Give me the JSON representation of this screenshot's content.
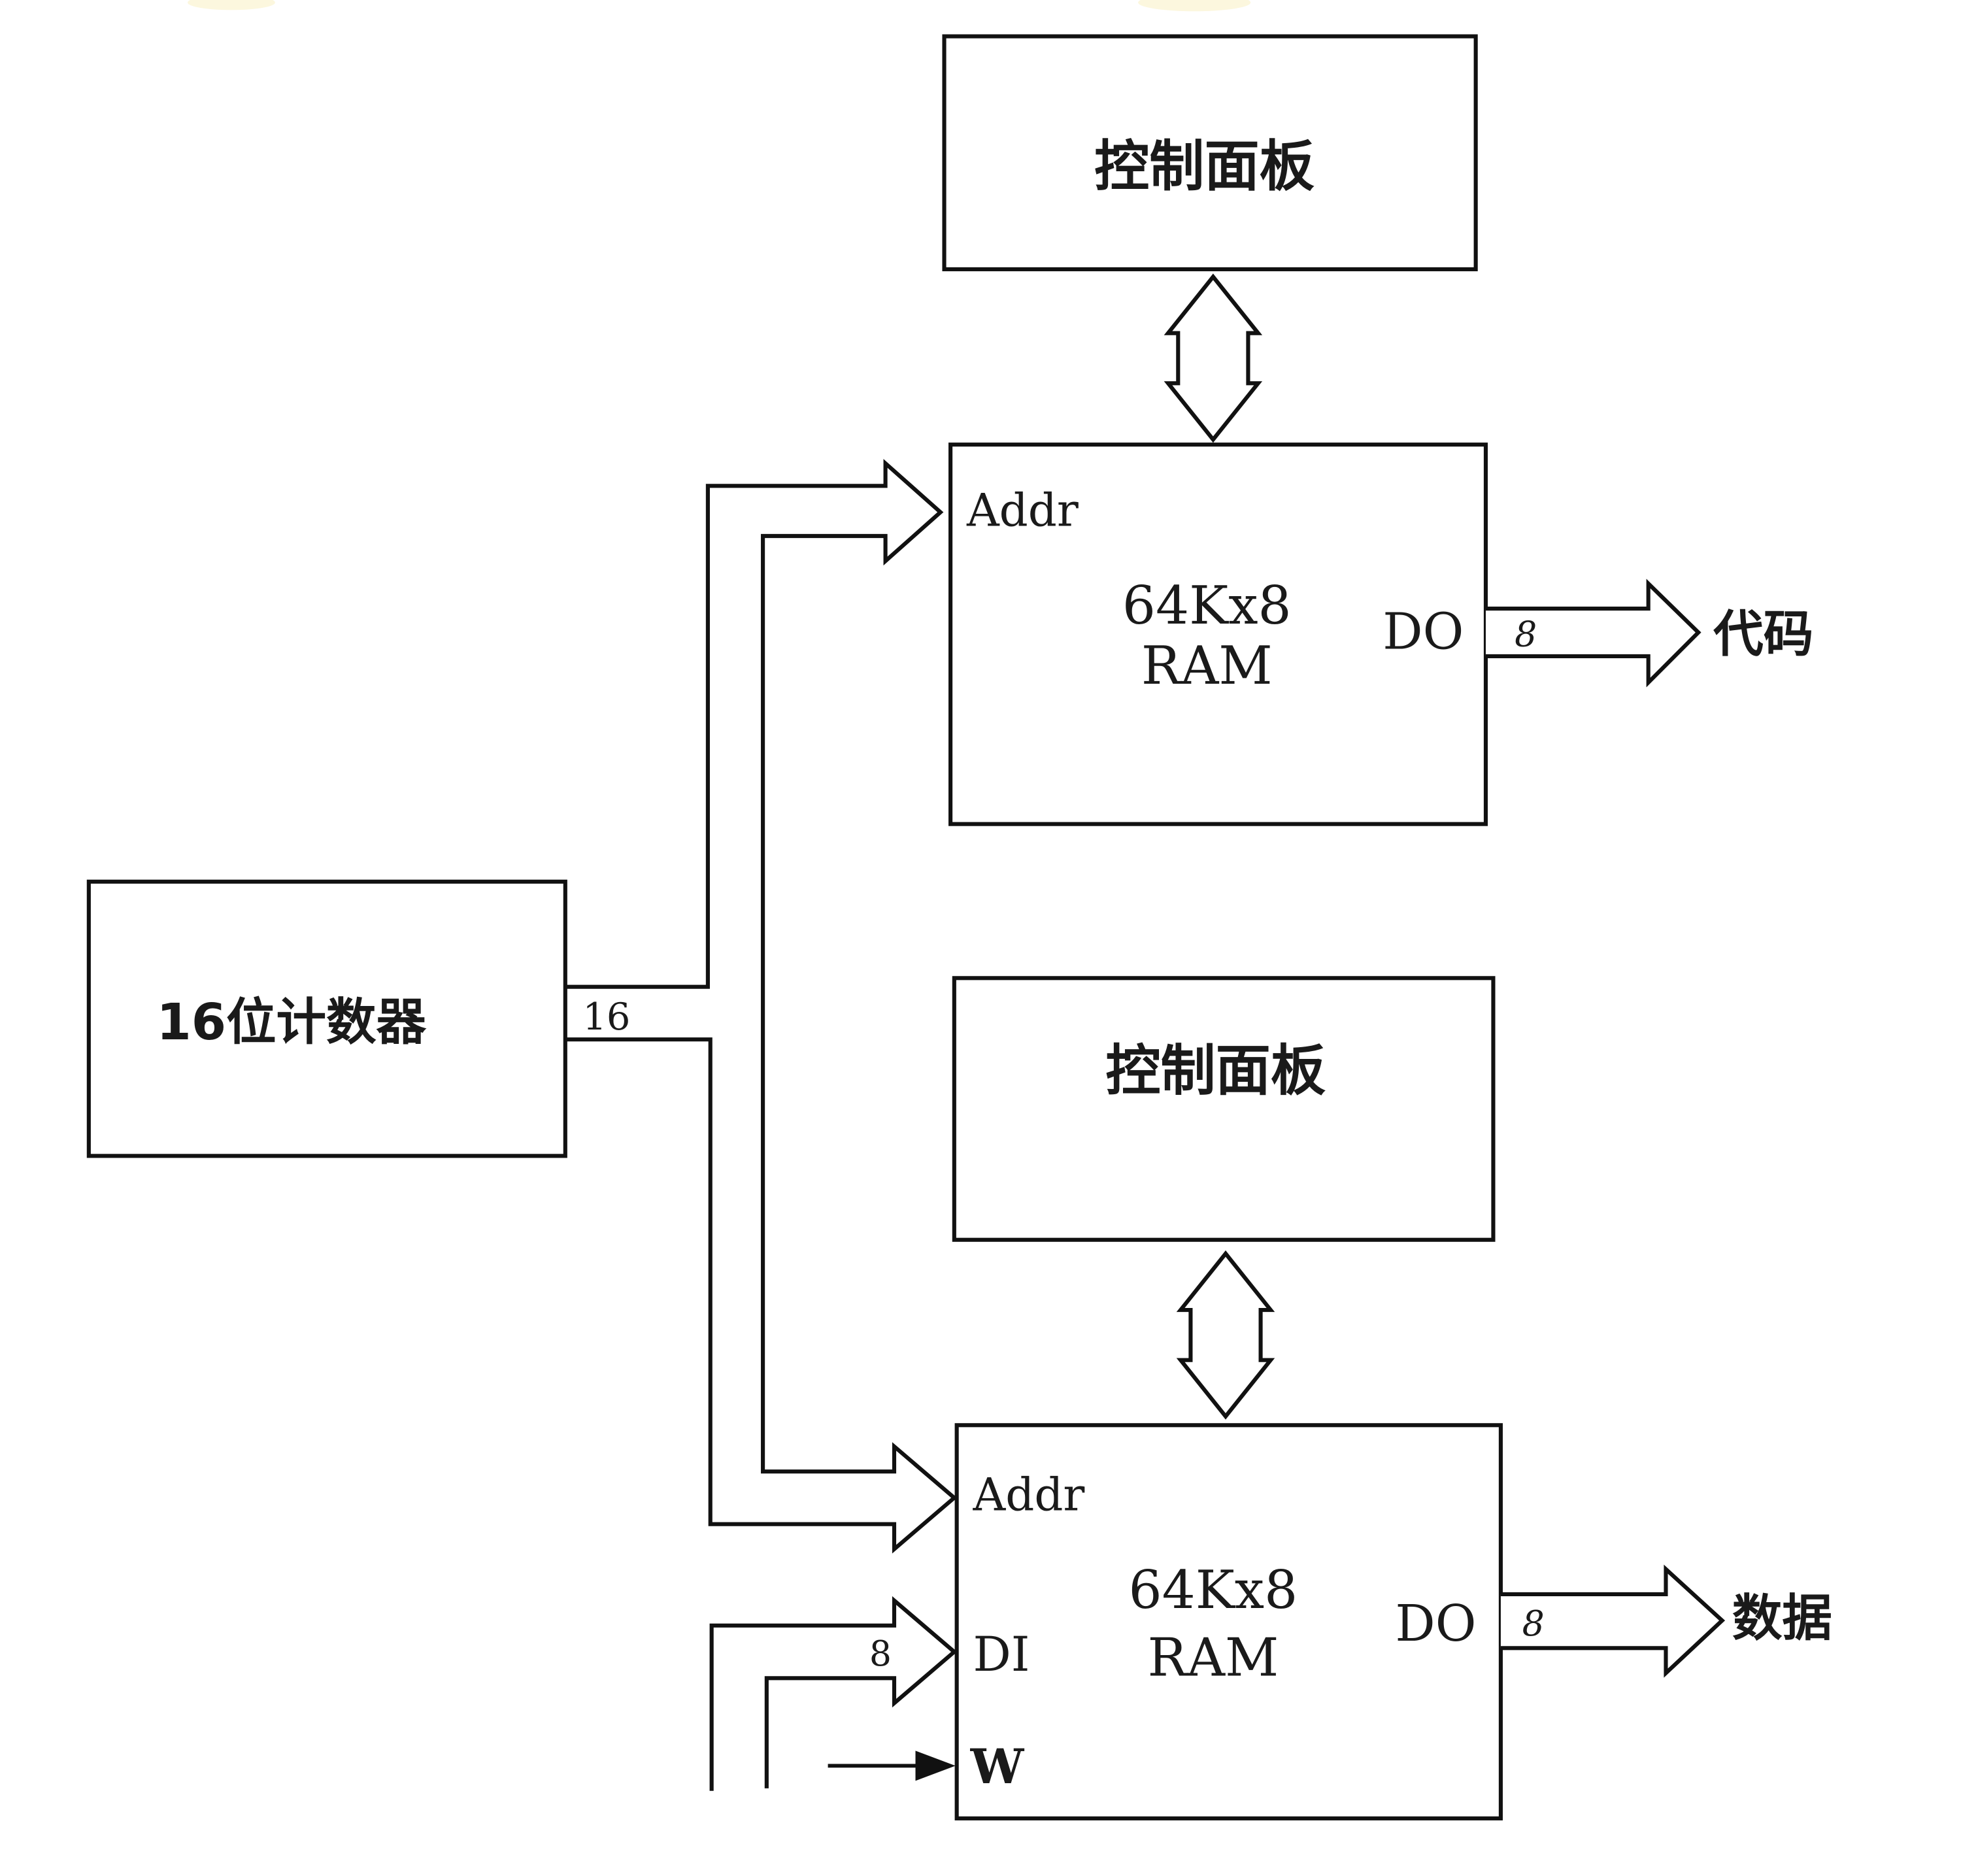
{
  "diagram": {
    "type": "block-diagram",
    "control_panel_top": {
      "label": "控制面板"
    },
    "control_panel_bottom": {
      "label": "控制面板"
    },
    "counter": {
      "label": "16位计数器",
      "bus_width": "16"
    },
    "ram_code": {
      "size_label": "64Kx8",
      "type_label": "RAM",
      "addr_port": "Addr",
      "data_out_port": "DO",
      "output_width": "8",
      "output_label": "代码"
    },
    "ram_data": {
      "size_label": "64Kx8",
      "type_label": "RAM",
      "addr_port": "Addr",
      "data_in_port": "DI",
      "data_in_width": "8",
      "write_port": "W",
      "data_out_port": "DO",
      "output_width": "8",
      "output_label": "数据"
    }
  }
}
